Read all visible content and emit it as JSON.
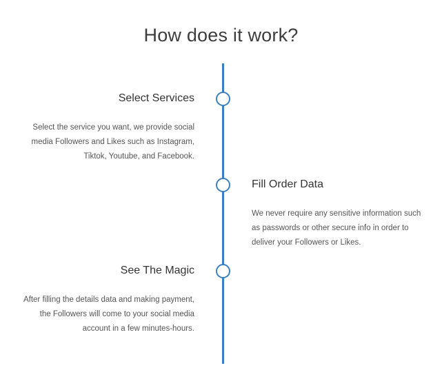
{
  "section": {
    "title": "How does it work?"
  },
  "steps": [
    {
      "title": "Select Services",
      "description": "Select the service you want, we provide social media Followers and Likes such as Instagram, Tiktok, Youtube, and Facebook."
    },
    {
      "title": "Fill Order Data",
      "description": "We never require any sensitive information such as passwords or other secure info in order to deliver your Followers or Likes."
    },
    {
      "title": "See The Magic",
      "description": "After filling the details data and making payment, the Followers will come to your social media account in a few minutes-hours."
    }
  ],
  "colors": {
    "accent": "#3a7fc4",
    "text": "#333333",
    "muted": "#555555",
    "background": "#ffffff"
  }
}
